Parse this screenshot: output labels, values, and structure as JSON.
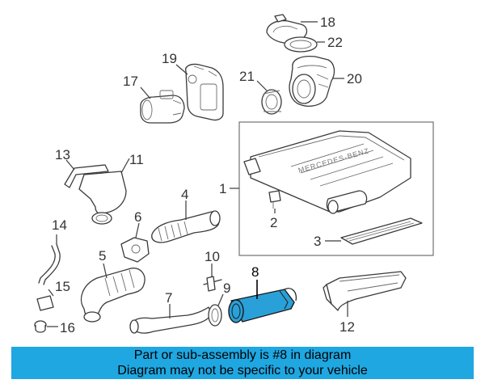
{
  "diagram": {
    "highlight_color": "#2aa0d8",
    "banner_color": "#1fa7e1",
    "callouts": {
      "c1": "1",
      "c2": "2",
      "c3": "3",
      "c4": "4",
      "c5": "5",
      "c6": "6",
      "c7": "7",
      "c8": "8",
      "c9": "9",
      "c10": "10",
      "c11": "11",
      "c12": "12",
      "c13": "13",
      "c14": "14",
      "c15": "15",
      "c16": "16",
      "c17": "17",
      "c18": "18",
      "c19": "19",
      "c20": "20",
      "c21": "21",
      "c22": "22"
    },
    "cover_lettering": "MERCEDES-BENZ"
  },
  "banner": {
    "line1": "Part or sub-assembly is #8 in diagram",
    "line2": "Diagram may not be specific to your vehicle"
  }
}
